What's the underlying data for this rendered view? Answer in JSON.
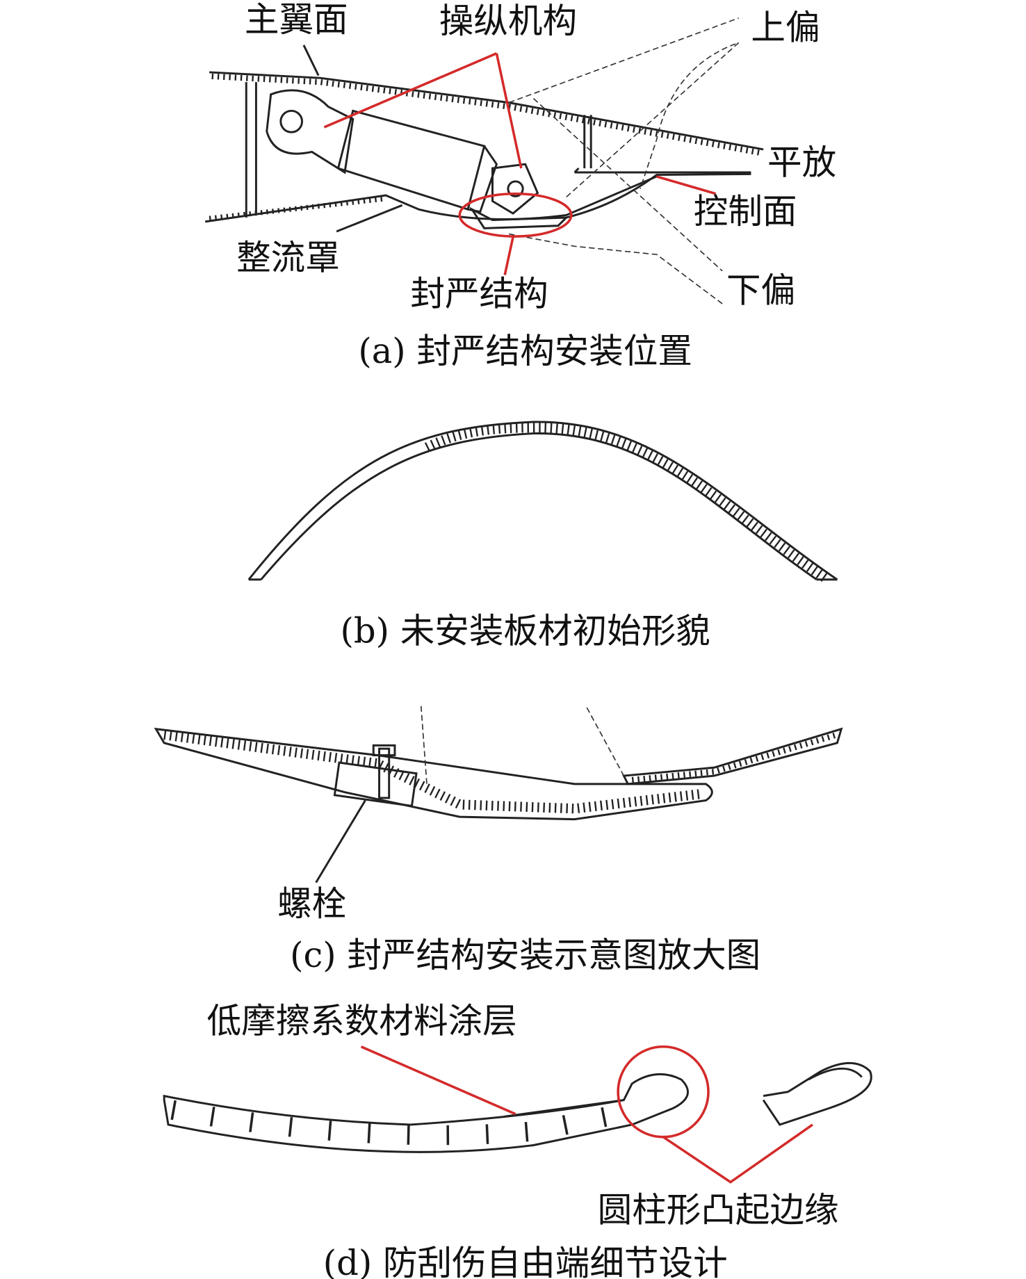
{
  "colors": {
    "annotation": "#d42a2a",
    "line": "#222222"
  },
  "panel_a": {
    "labels": {
      "main_wing": "主翼面",
      "actuator": "操纵机构",
      "up_deflect": "上偏",
      "neutral": "平放",
      "control_surface": "控制面",
      "fairing": "整流罩",
      "seal": "封严结构",
      "down_deflect": "下偏"
    },
    "caption": "(a) 封严结构安装位置"
  },
  "panel_b": {
    "caption": "(b) 未安装板材初始形貌"
  },
  "panel_c": {
    "labels": {
      "bolt": "螺栓"
    },
    "caption": "(c) 封严结构安装示意图放大图"
  },
  "panel_d": {
    "labels": {
      "coating": "低摩擦系数材料涂层",
      "edge": "圆柱形凸起边缘"
    },
    "caption": "(d) 防刮伤自由端细节设计"
  }
}
